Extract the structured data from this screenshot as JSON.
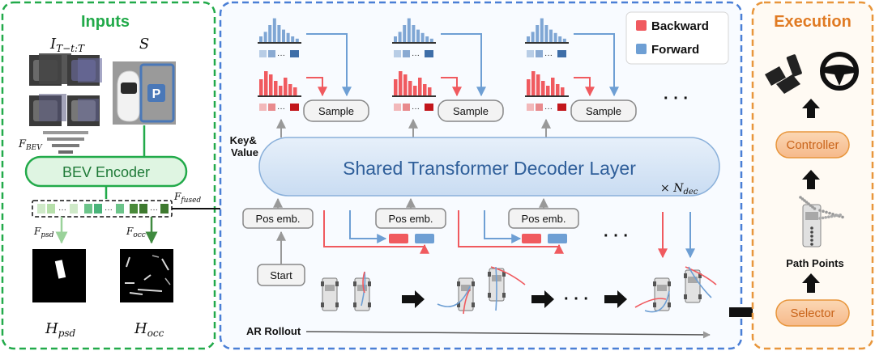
{
  "inputs": {
    "title": "Inputs",
    "image_label": "I",
    "image_label_sub": "T−t:T",
    "slot_label": "S",
    "parking_letter": "P",
    "f_bev": "F",
    "f_bev_sub": "BEV",
    "encoder": "BEV Encoder",
    "f_fused": "F",
    "f_fused_sub": "fused",
    "f_psd": "F",
    "f_psd_sub": "psd",
    "f_occ": "F",
    "f_occ_sub": "occ",
    "h_psd": "H",
    "h_psd_sub": "psd",
    "h_occ": "H",
    "h_occ_sub": "occ"
  },
  "decoder": {
    "key_value_line1": "Key&",
    "key_value_line2": "Value",
    "layer": "Shared Transformer Decoder Layer",
    "times_symbol": "× ",
    "n_dec": "N",
    "n_dec_sub": "dec",
    "sample": "Sample",
    "pos_emb": "Pos emb.",
    "start": "Start",
    "ar_rollout": "AR Rollout",
    "ellipsis": "· · ·",
    "token_ellipsis": "···"
  },
  "legend": {
    "backward": "Backward",
    "forward": "Forward",
    "backward_color": "#f05a5f",
    "forward_color": "#6e9fd4"
  },
  "execution": {
    "title": "Execution",
    "controller": "Controller",
    "path_points": "Path Points",
    "selector": "Selector",
    "icons": [
      "pedal-icon",
      "steering-wheel-icon"
    ]
  },
  "colors": {
    "inputs_border": "#22aa4a",
    "decoder_border": "#4a7fd6",
    "execution_border": "#e8963c",
    "execution_title": "#e07a22",
    "encoder_fill": "#dff5e2",
    "decoder_fill": "#d8e6f7"
  }
}
